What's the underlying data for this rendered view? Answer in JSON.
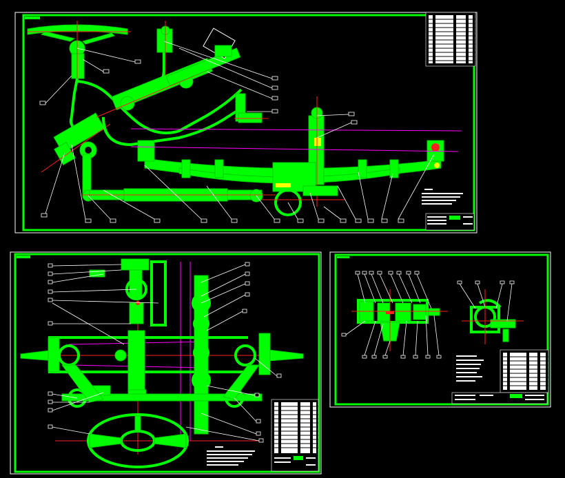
{
  "drawing": {
    "sheets": [
      {
        "id": "sheet-1",
        "description_visible_text": ""
      },
      {
        "id": "sheet-2",
        "description_visible_text": ""
      },
      {
        "id": "sheet-3",
        "description_visible_text": ""
      }
    ],
    "colors": {
      "background": "#000000",
      "part": "#00ff00",
      "frame": "#ffffff",
      "centerline": "#ff2020",
      "construction": "#ff00ff",
      "highlight": "#ffff00"
    },
    "notes_glyph": "ⅠⅠⅠⅠ"
  }
}
